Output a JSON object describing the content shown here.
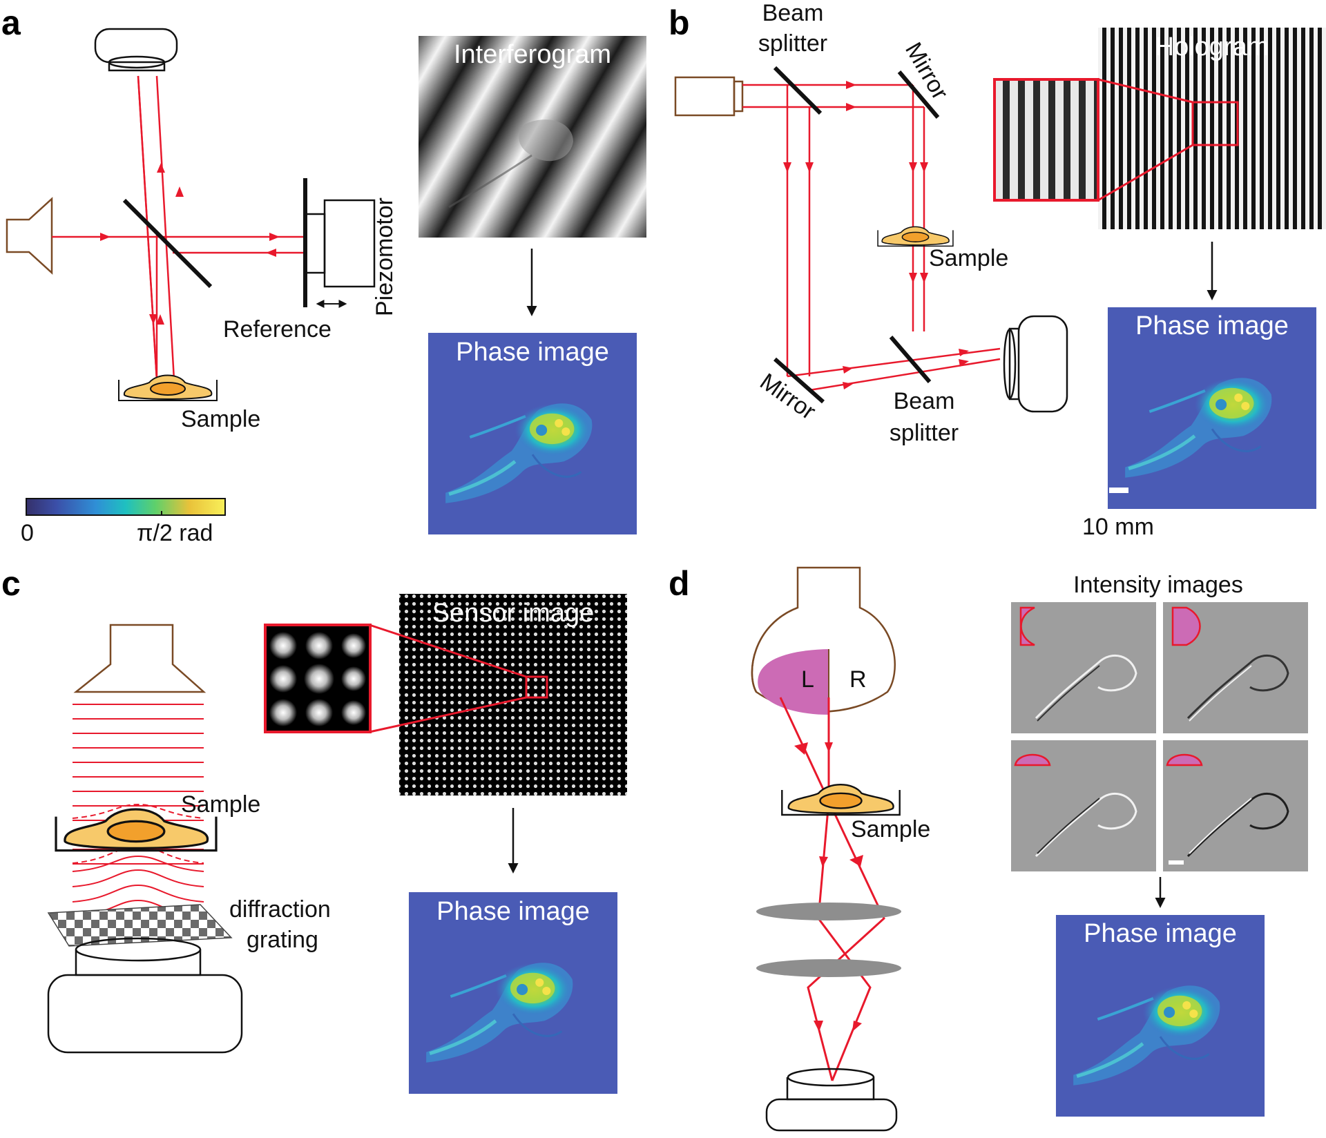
{
  "colors": {
    "beam": "#e8192c",
    "source": "#7a4a25",
    "cell_fill": "#f7c96a",
    "nucleus_fill": "#f2a02c",
    "phase_bg": "#4a5bb5",
    "pupil_fill": "#cc6bb5",
    "lens_fill": "#8e8e8e"
  },
  "panels": {
    "a": {
      "letter": "a",
      "interferogram_title": "Interferogram",
      "phase_title": "Phase image",
      "reference_label": "Reference",
      "piezomotor_label": "Piezomotor",
      "sample_label": "Sample",
      "colorbar_min": "0",
      "colorbar_max": "π/2 rad"
    },
    "b": {
      "letter": "b",
      "beam_splitter_top_line1": "Beam",
      "beam_splitter_top_line2": "splitter",
      "mirror_top": "Mirror",
      "sample_label": "Sample",
      "mirror_bottom": "Mirror",
      "beam_splitter_bottom_line1": "Beam",
      "beam_splitter_bottom_line2": "splitter",
      "hologram_title": "Hologram",
      "phase_title": "Phase image",
      "scale_label": "10 mm"
    },
    "c": {
      "letter": "c",
      "sensor_title": "Sensor image",
      "sample_label": "Sample",
      "grating_line1": "diffraction",
      "grating_line2": "grating",
      "phase_title": "Phase image"
    },
    "d": {
      "letter": "d",
      "left_label": "L",
      "right_label": "R",
      "sample_label": "Sample",
      "intensity_title": "Intensity images",
      "phase_title": "Phase image"
    }
  }
}
